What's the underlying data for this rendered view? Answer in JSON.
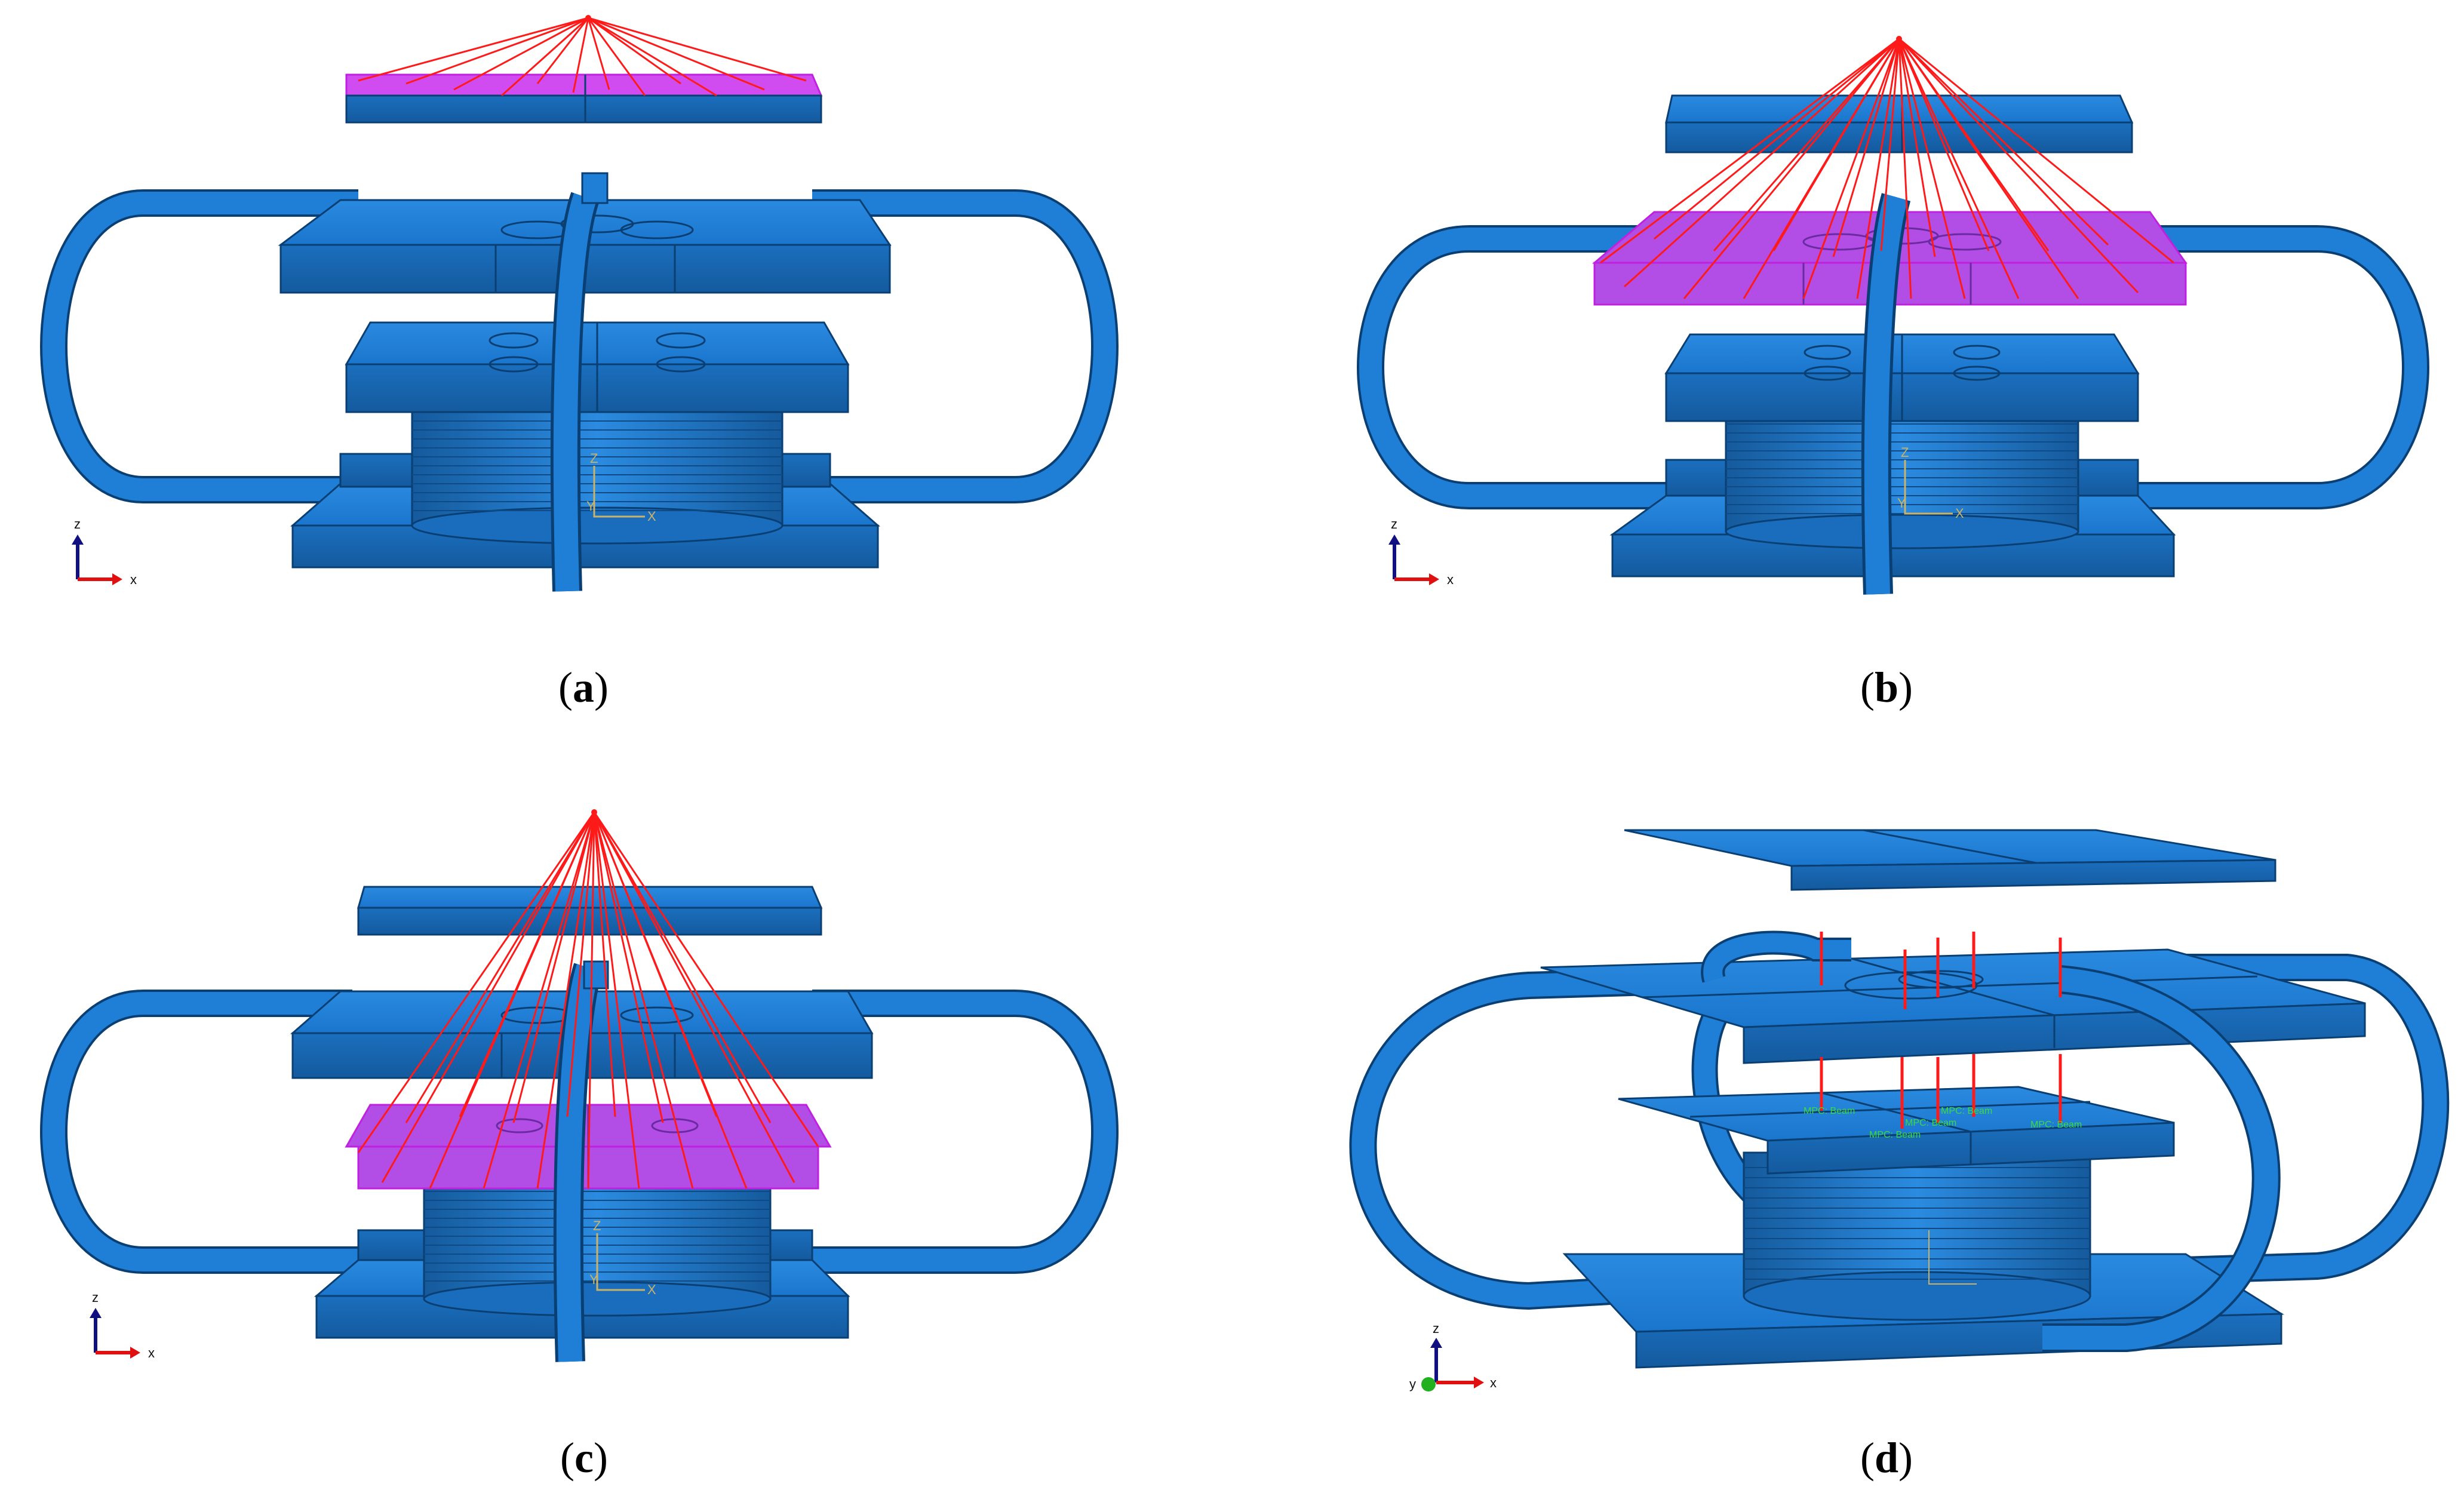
{
  "colors": {
    "steel_blue": "#1f7fd6",
    "steel_edge": "#0a3f73",
    "steel_dark": "#155fa3",
    "coupling_red": "#ff1a1a",
    "surface_magenta": "#d14cf0",
    "axis_x": "#e01010",
    "axis_z": "#101080",
    "axis_y": "#20b020",
    "label_green": "#3ddc3d",
    "cs_yellow": "#c9b36a"
  },
  "panels": [
    {
      "id": "a",
      "caption_open": "(",
      "caption_letter": "a",
      "caption_close": ")",
      "triad": {
        "z": "z",
        "x": "x",
        "x_icon": "x-axis-arrow-icon",
        "z_icon": "z-axis-arrow-icon"
      },
      "cs": {
        "z": "Z",
        "y": "Y",
        "x": "X"
      },
      "coupling": "top-plate"
    },
    {
      "id": "b",
      "caption_open": "(",
      "caption_letter": "b",
      "caption_close": ")",
      "triad": {
        "z": "z",
        "x": "x",
        "x_icon": "x-axis-arrow-icon",
        "z_icon": "z-axis-arrow-icon"
      },
      "cs": {
        "z": "Z",
        "y": "Y",
        "x": "X"
      },
      "coupling": "upper-sliding-plate"
    },
    {
      "id": "c",
      "caption_open": "(",
      "caption_letter": "c",
      "caption_close": ")",
      "triad": {
        "z": "z",
        "x": "x",
        "x_icon": "x-axis-arrow-icon",
        "z_icon": "z-axis-arrow-icon"
      },
      "cs": {
        "z": "Z",
        "y": "Y",
        "x": "X"
      },
      "coupling": "lower-sliding-plate"
    },
    {
      "id": "d",
      "caption_open": "(",
      "caption_letter": "d",
      "caption_close": ")",
      "triad": {
        "z": "z",
        "x": "x",
        "y": "y",
        "x_icon": "x-axis-arrow-icon",
        "z_icon": "z-axis-arrow-icon",
        "y_icon": "y-axis-dot-icon"
      },
      "mpc_labels": [
        "MPC: Beam",
        "MPC: Beam",
        "MPC: Beam",
        "MPC: Beam",
        "MPC: Beam"
      ]
    }
  ]
}
